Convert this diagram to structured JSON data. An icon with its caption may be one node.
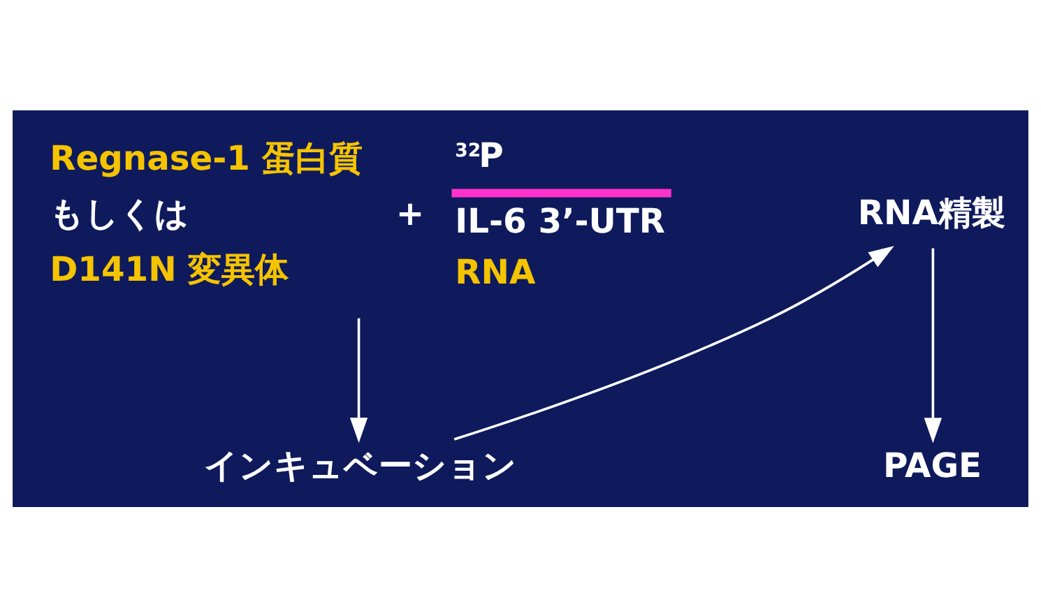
{
  "diagram": {
    "nodes": [
      {
        "text": [
          "Regnase-1 蛋白質",
          "もしくは",
          "D141N 変異体",
          "+",
          "$^{32}$P",
          "IL-6 3’-UTR",
          "RNA"
        ]
      },
      {
        "text": [
          "インキュベーション"
        ]
      },
      {
        "text": [
          "RNA精製"
        ]
      },
      {
        "text": [
          "PAGE"
        ]
      }
    ],
    "edges": [
      {
        "from": 0,
        "to": 1,
        "arrow": "to"
      },
      {
        "from": 1,
        "to": 2,
        "arrow": "to"
      },
      {
        "from": 2,
        "to": 3,
        "arrow": "to"
      }
    ]
  }
}
